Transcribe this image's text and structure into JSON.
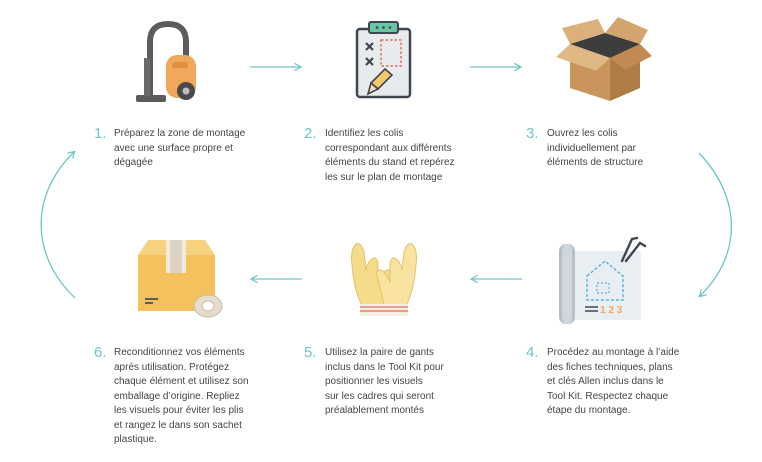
{
  "colors": {
    "accent": "#6cc7c3",
    "text": "#454545",
    "orange": "#f2a85c",
    "box_brown": "#c9955c",
    "glove_yellow": "#f5dc8a"
  },
  "steps": [
    {
      "number": "1.",
      "icon": "vacuum-cleaner-icon",
      "text": "Préparez la zone de montage\navec une surface propre et\ndégagée"
    },
    {
      "number": "2.",
      "icon": "checklist-clipboard-icon",
      "text": "Identifiez les colis\ncorrespondant aux différents\néléments du stand et repérez\nles sur le plan de montage"
    },
    {
      "number": "3.",
      "icon": "open-box-icon",
      "text": "Ouvrez les colis\nindividuellement par\néléments de structure"
    },
    {
      "number": "4.",
      "icon": "blueprint-plan-icon",
      "text": "Procédez au montage à l’aide\ndes fiches techniques, plans\net clés Allen inclus dans le\nTool Kit. Respectez chaque\nétape du montage."
    },
    {
      "number": "5.",
      "icon": "work-gloves-icon",
      "text": "Utilisez la paire de gants\ninclus dans le Tool Kit pour\npositionner les visuels\nsur les cadres qui seront\npréalablement montés"
    },
    {
      "number": "6.",
      "icon": "taped-box-icon",
      "text": "Reconditionnez vos éléments\naprès utilisation. Protégez\nchaque élément et utilisez son\nemballage d’origine.  Repliez\nles visuels pour éviter les plis\net rangez le dans son sachet\nplastique."
    }
  ],
  "blueprint_digits": "1 2 3"
}
